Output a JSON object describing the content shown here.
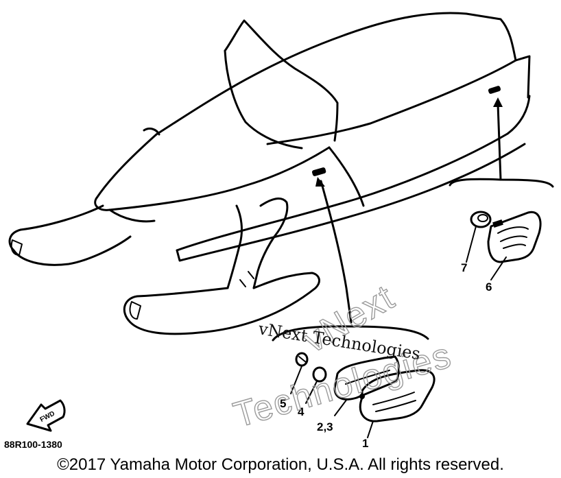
{
  "diagram": {
    "part_code": "88R100-1380",
    "fwd_marker": "FWD",
    "callouts": {
      "c1": "1",
      "c23": "2,3",
      "c4": "4",
      "c5": "5",
      "c6": "6",
      "c7": "7"
    }
  },
  "watermark": {
    "line1": "vNext",
    "line2": "Technologies",
    "serif_line": "vNext Technologies"
  },
  "footer": {
    "copyright": "©2017 Yamaha Motor Corporation, U.S.A. All rights reserved."
  }
}
